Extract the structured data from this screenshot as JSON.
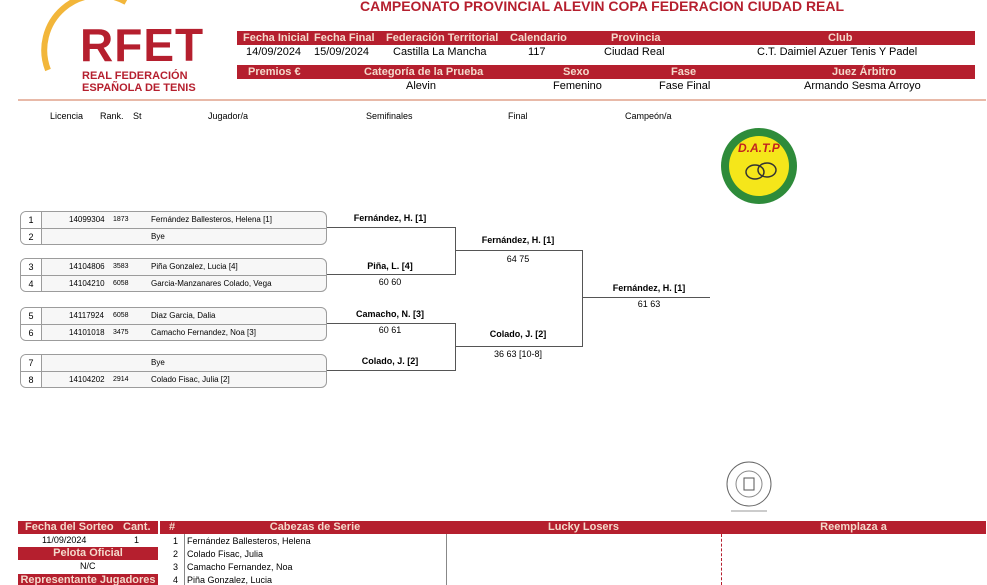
{
  "logo": {
    "letters": "RFET",
    "line1": "REAL FEDERACIÓN",
    "line2": "ESPAÑOLA DE TENIS"
  },
  "title": "CAMPEONATO PROVINCIAL ALEVIN COPA FEDERACION CIUDAD REAL",
  "info_row1": {
    "headers": {
      "start": "Fecha Inicial",
      "end": "Fecha Final",
      "federation": "Federación Territorial",
      "calendar": "Calendario",
      "province": "Provincia",
      "club": "Club"
    },
    "values": {
      "start": "14/09/2024",
      "end": "15/09/2024",
      "federation": "Castilla La Mancha",
      "calendar": "117",
      "province": "Ciudad Real",
      "club": "C.T. Daimiel Azuer Tenis Y Padel"
    }
  },
  "info_row2": {
    "headers": {
      "prize": "Premios €",
      "category": "Categoría de la Prueba",
      "sex": "Sexo",
      "phase": "Fase",
      "referee": "Juez Árbitro"
    },
    "values": {
      "prize": "",
      "category": "Alevin",
      "sex": "Femenino",
      "phase": "Fase Final",
      "referee": "Armando Sesma Arroyo"
    }
  },
  "columns": {
    "license": "Licencia",
    "rank": "Rank.",
    "st": "St",
    "player": "Jugador/a",
    "semis": "Semifinales",
    "final": "Final",
    "champion": "Campeón/a"
  },
  "club_logo": {
    "text": "D.A.T.P"
  },
  "draw": [
    {
      "num": "1",
      "license": "14099304",
      "rank": "1873",
      "name": "Fernández Ballesteros, Helena [1]"
    },
    {
      "num": "2",
      "license": "",
      "rank": "",
      "name": "Bye"
    },
    {
      "num": "3",
      "license": "14104806",
      "rank": "3583",
      "name": "Piña Gonzalez, Lucia [4]"
    },
    {
      "num": "4",
      "license": "14104210",
      "rank": "6058",
      "name": "Garcia-Manzanares Colado, Vega"
    },
    {
      "num": "5",
      "license": "14117924",
      "rank": "6058",
      "name": "Diaz Garcia, Dalia"
    },
    {
      "num": "6",
      "license": "14101018",
      "rank": "3475",
      "name": "Camacho Fernandez, Noa [3]"
    },
    {
      "num": "7",
      "license": "",
      "rank": "",
      "name": "Bye"
    },
    {
      "num": "8",
      "license": "14104202",
      "rank": "2914",
      "name": "Colado Fisac, Julia [2]"
    }
  ],
  "semis": [
    {
      "winner": "Fernández, H. [1]",
      "score": ""
    },
    {
      "winner": "Piña, L. [4]",
      "score": "60 60"
    },
    {
      "winner": "Camacho, N. [3]",
      "score": "60 61"
    },
    {
      "winner": "Colado, J. [2]",
      "score": ""
    }
  ],
  "final": [
    {
      "winner": "Fernández, H. [1]",
      "score": "64 75"
    },
    {
      "winner": "Colado, J. [2]",
      "score": "36 63 [10-8]"
    }
  ],
  "champion": {
    "winner": "Fernández, H. [1]",
    "score": "61 63"
  },
  "footer": {
    "draw_date_label": "Fecha del Sorteo",
    "qty_label": "Cant.",
    "hash_label": "#",
    "seeds_label": "Cabezas de Serie",
    "lucky_label": "Lucky Losers",
    "replace_label": "Reemplaza a",
    "draw_date": "11/09/2024",
    "qty": "1",
    "ball_label": "Pelota Oficial",
    "ball": "N/C",
    "rep_label": "Representante Jugadores",
    "seeds": [
      {
        "n": "1",
        "name": "Fernández Ballesteros, Helena"
      },
      {
        "n": "2",
        "name": "Colado Fisac, Julia"
      },
      {
        "n": "3",
        "name": "Camacho Fernandez, Noa"
      },
      {
        "n": "4",
        "name": "Piña Gonzalez, Lucia"
      }
    ]
  },
  "colors": {
    "accent": "#b51f2e",
    "header_text": "#f4d9cb",
    "logo_ball": "#f2b63a"
  }
}
